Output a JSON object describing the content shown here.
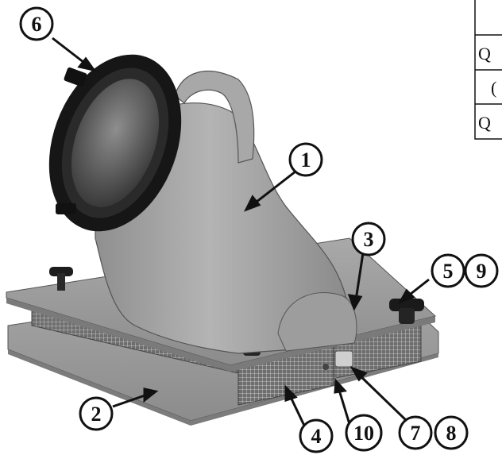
{
  "callouts": [
    {
      "id": "c1",
      "label": "1"
    },
    {
      "id": "c2",
      "label": "2"
    },
    {
      "id": "c3",
      "label": "3"
    },
    {
      "id": "c4",
      "label": "4"
    },
    {
      "id": "c5",
      "label": "5"
    },
    {
      "id": "c6",
      "label": "6"
    },
    {
      "id": "c7",
      "label": "7"
    },
    {
      "id": "c8",
      "label": "8"
    },
    {
      "id": "c9",
      "label": "9"
    },
    {
      "id": "c10",
      "label": "10"
    }
  ],
  "table_fragment": {
    "rows": [
      "",
      "Q",
      "(",
      "Q"
    ]
  }
}
